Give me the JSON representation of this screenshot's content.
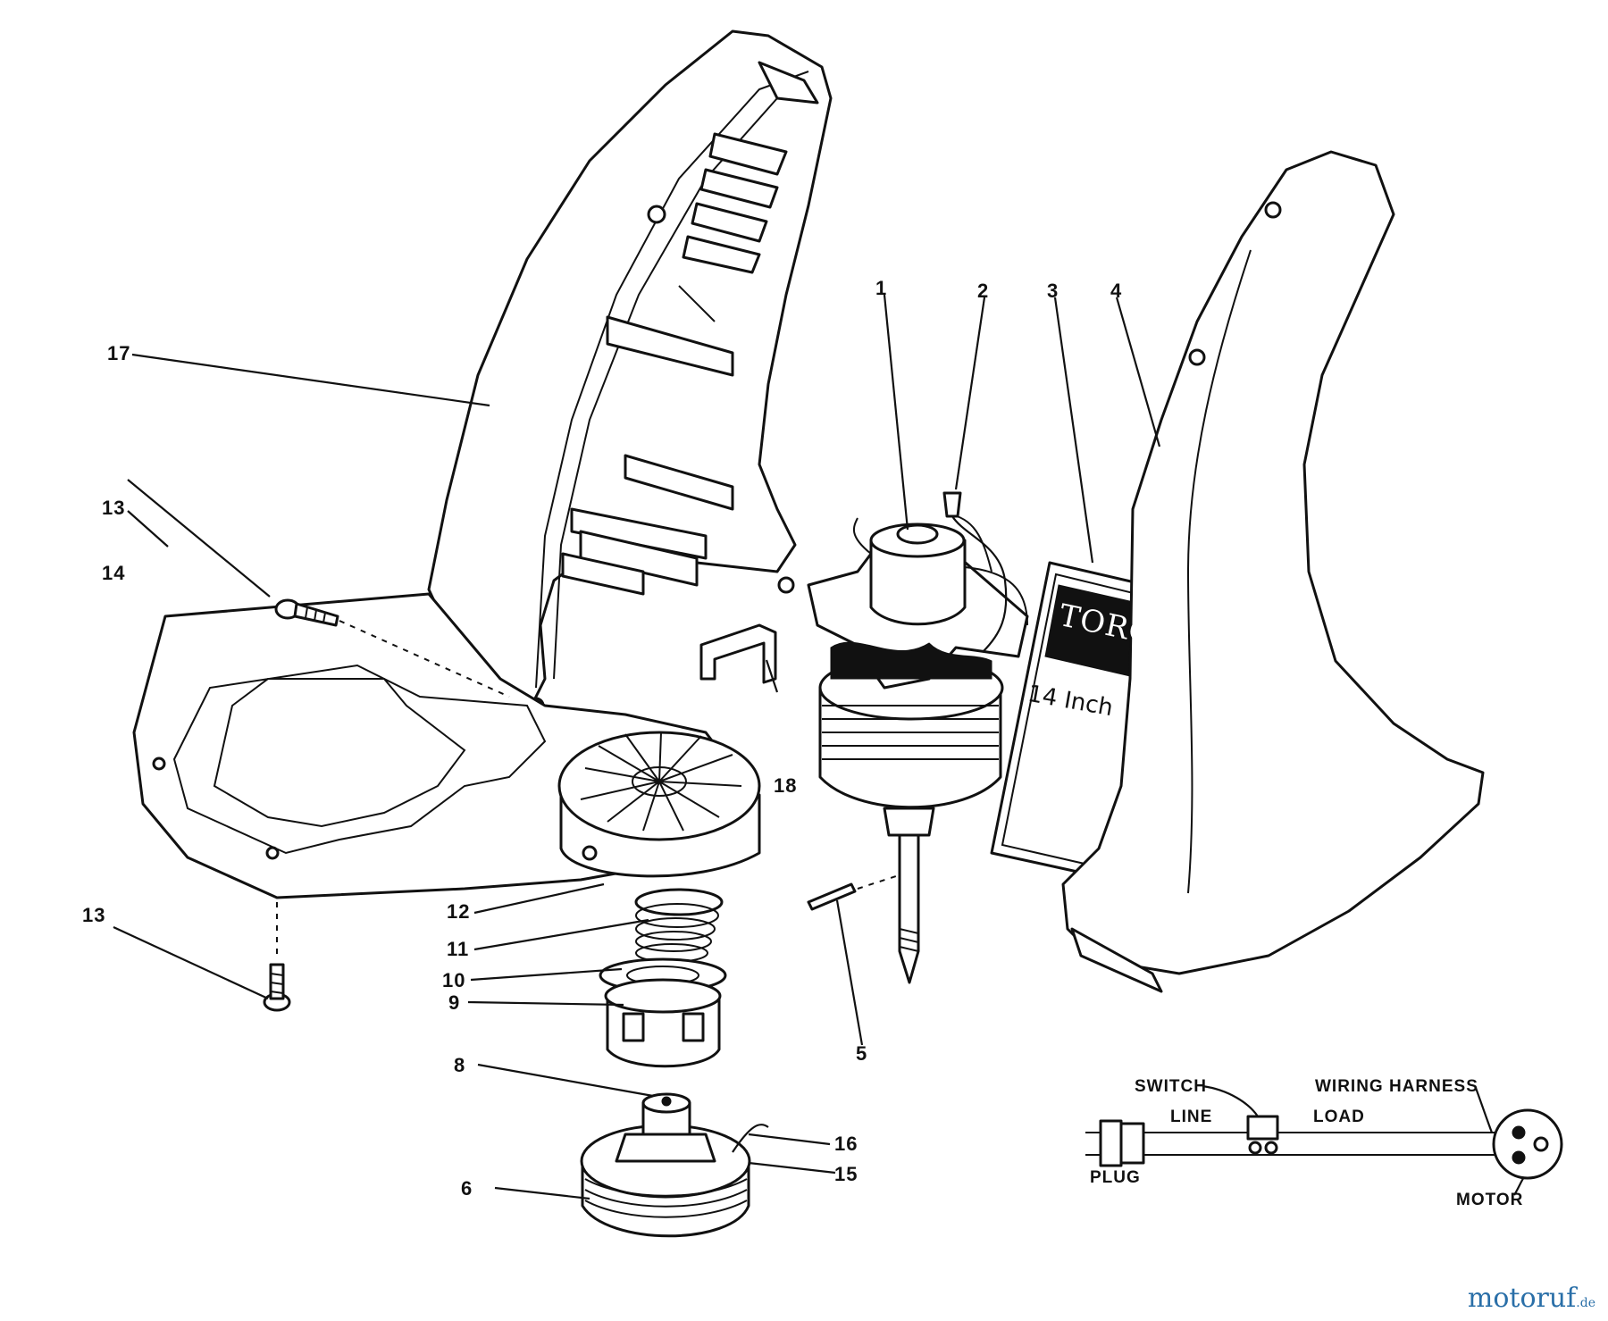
{
  "callouts": [
    "1",
    "2",
    "3",
    "4",
    "5",
    "6",
    "8",
    "9",
    "10",
    "11",
    "12",
    "13",
    "13",
    "14",
    "15",
    "16",
    "17",
    "18"
  ],
  "decal": {
    "brand": "TORO",
    "model": "14 Inch"
  },
  "wiring": {
    "switch": "SWITCH",
    "harness": "WIRING HARNESS",
    "line": "LINE",
    "load": "LOAD",
    "plug": "PLUG",
    "motor": "MOTOR"
  },
  "watermark": {
    "name": "motoruf",
    "tld": ".de"
  }
}
